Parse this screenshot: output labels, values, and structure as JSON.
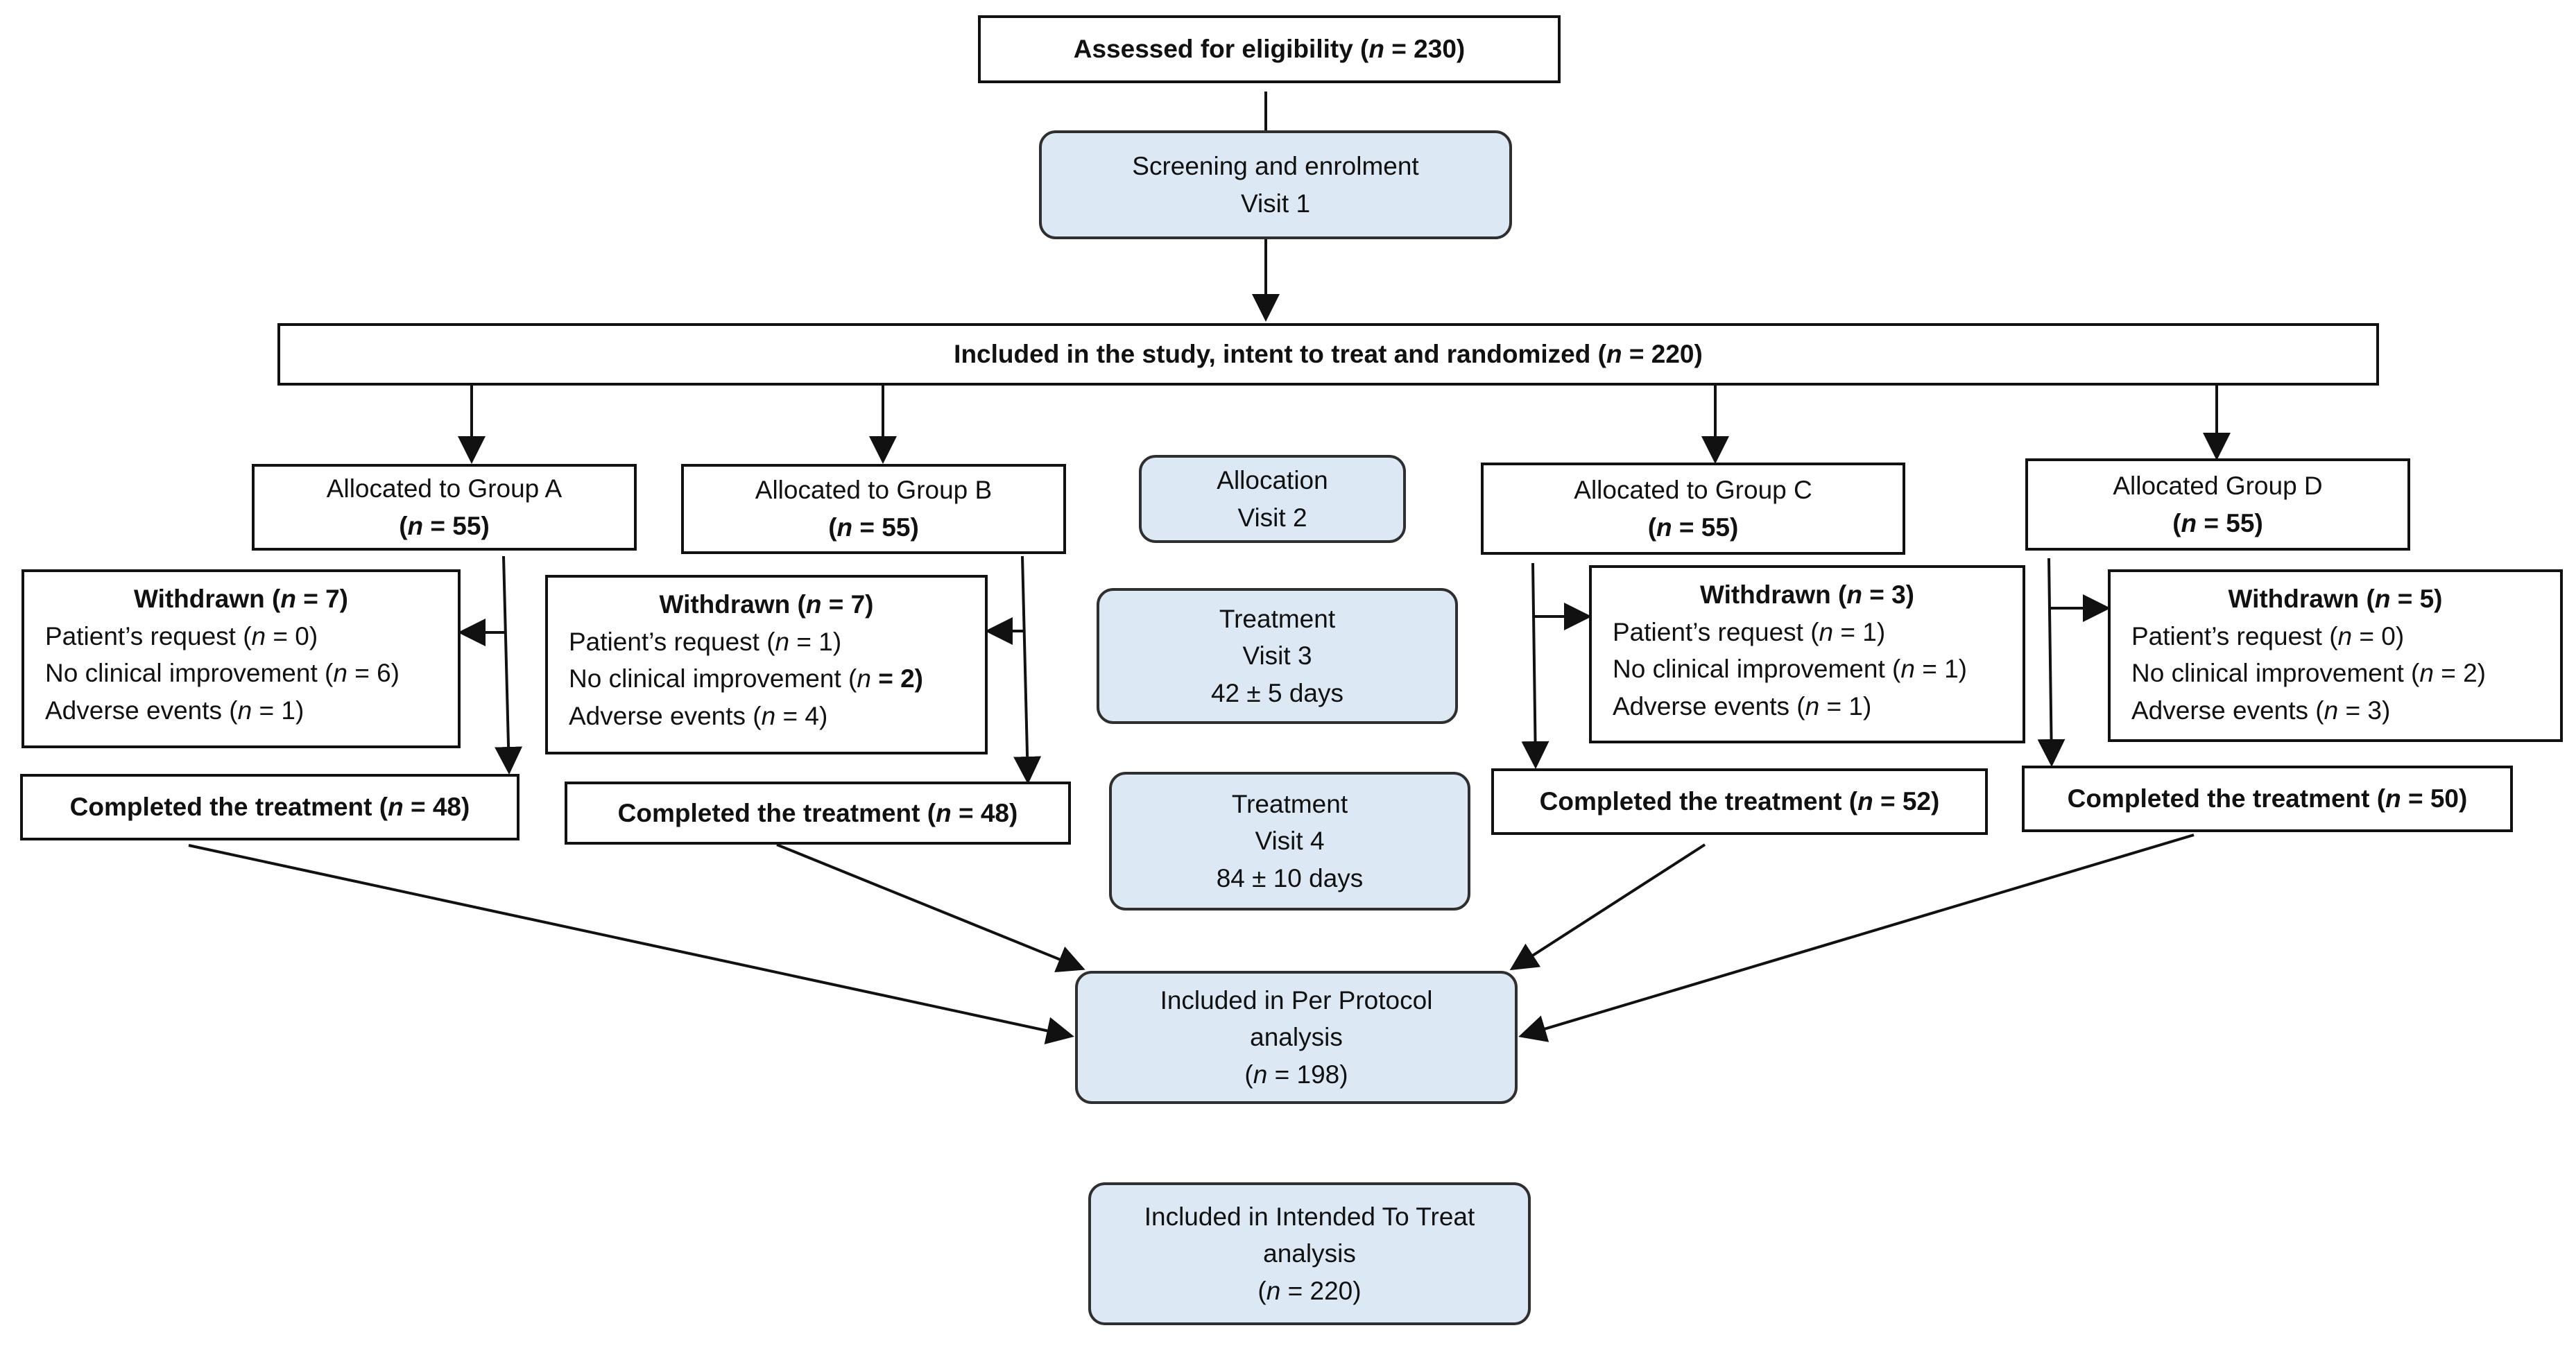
{
  "top": {
    "assessed": {
      "label": "Assessed for eligibility (",
      "n": "n",
      "eq": " = 230)"
    },
    "screening": {
      "line1": "Screening and enrolment",
      "line2": "Visit 1"
    },
    "included": {
      "label": "Included in the study, intent to treat and randomized (",
      "n": "n",
      "eq": " = 220)"
    }
  },
  "groups": [
    {
      "alloc_line1": "Allocated to  Group A",
      "alloc_n": "n",
      "alloc_eq": " = 55)",
      "wd_label": "Withdrawn (",
      "wd_n": "n",
      "wd_eq": " = 7)",
      "req_label": "Patient’s request (",
      "req_n": "n",
      "req_eq": " = 0)",
      "imp_label": "No clinical improvement  (",
      "imp_n": "n",
      "imp_eq": " = 6)",
      "adv_label": "Adverse events (",
      "adv_n": "n",
      "adv_eq": " = 1)",
      "done_label": "Completed the treatment  (",
      "done_n": "n",
      "done_eq": " = 48)"
    },
    {
      "alloc_line1": "Allocated to  Group B",
      "alloc_n": "n",
      "alloc_eq": " = 55)",
      "wd_label": "Withdrawn (",
      "wd_n": "n",
      "wd_eq": " = 7)",
      "req_label": "Patient’s request  (",
      "req_n": "n",
      "req_eq": " = 1)",
      "imp_label": "No clinical improvement  (",
      "imp_n": "n",
      "imp_eq": " = 2)",
      "adv_label": "Adverse events (",
      "adv_n": "n",
      "adv_eq": " = 4)",
      "done_label": "Completed the treatment  (",
      "done_n": "n",
      "done_eq": " = 48)"
    },
    {
      "alloc_line1": "Allocated to Group C",
      "alloc_n": "n",
      "alloc_eq": " = 55)",
      "wd_label": "Withdrawn (",
      "wd_n": "n",
      "wd_eq": " = 3)",
      "req_label": "Patient’s request (",
      "req_n": "n",
      "req_eq": " = 1)",
      "imp_label": "No clinical improvement  (",
      "imp_n": "n",
      "imp_eq": " = 1)",
      "adv_label": "Adverse events (",
      "adv_n": "n",
      "adv_eq": " = 1)",
      "done_label": "Completed the treatment  (",
      "done_n": "n",
      "done_eq": " = 52)"
    },
    {
      "alloc_line1": "Allocated Group D",
      "alloc_n": "n",
      "alloc_eq": " = 55)",
      "wd_label": "Withdrawn (",
      "wd_n": "n",
      "wd_eq": " = 5)",
      "req_label": "Patient’s request  (",
      "req_n": "n",
      "req_eq": " = 0)",
      "imp_label": "No clinical improvement  (",
      "imp_n": "n",
      "imp_eq": " = 2)",
      "adv_label": "Adverse events (",
      "adv_n": "n",
      "adv_eq": " = 3)",
      "done_label": "Completed the treatment  (",
      "done_n": "n",
      "done_eq": " = 50)"
    }
  ],
  "visits": {
    "allocation": {
      "line1": "Allocation",
      "line2": "Visit 2"
    },
    "treatment3": {
      "line1": "Treatment",
      "line2": "Visit 3",
      "line3": "42 ± 5 days"
    },
    "treatment4": {
      "line1": "Treatment",
      "line2": "Visit 4",
      "line3": "84 ± 10 days"
    }
  },
  "analysis": {
    "per_protocol": {
      "line1": "Included in Per Protocol",
      "line2": "analysis",
      "open": "(",
      "n": "n",
      "eq": " = 198)"
    },
    "itt": {
      "line1": "Included in Intended To Treat",
      "line2": "analysis",
      "open": "(",
      "n": "n",
      "eq": " = 220)"
    }
  },
  "colors": {
    "box_fill": "#dce8f4",
    "line": "#111111"
  }
}
